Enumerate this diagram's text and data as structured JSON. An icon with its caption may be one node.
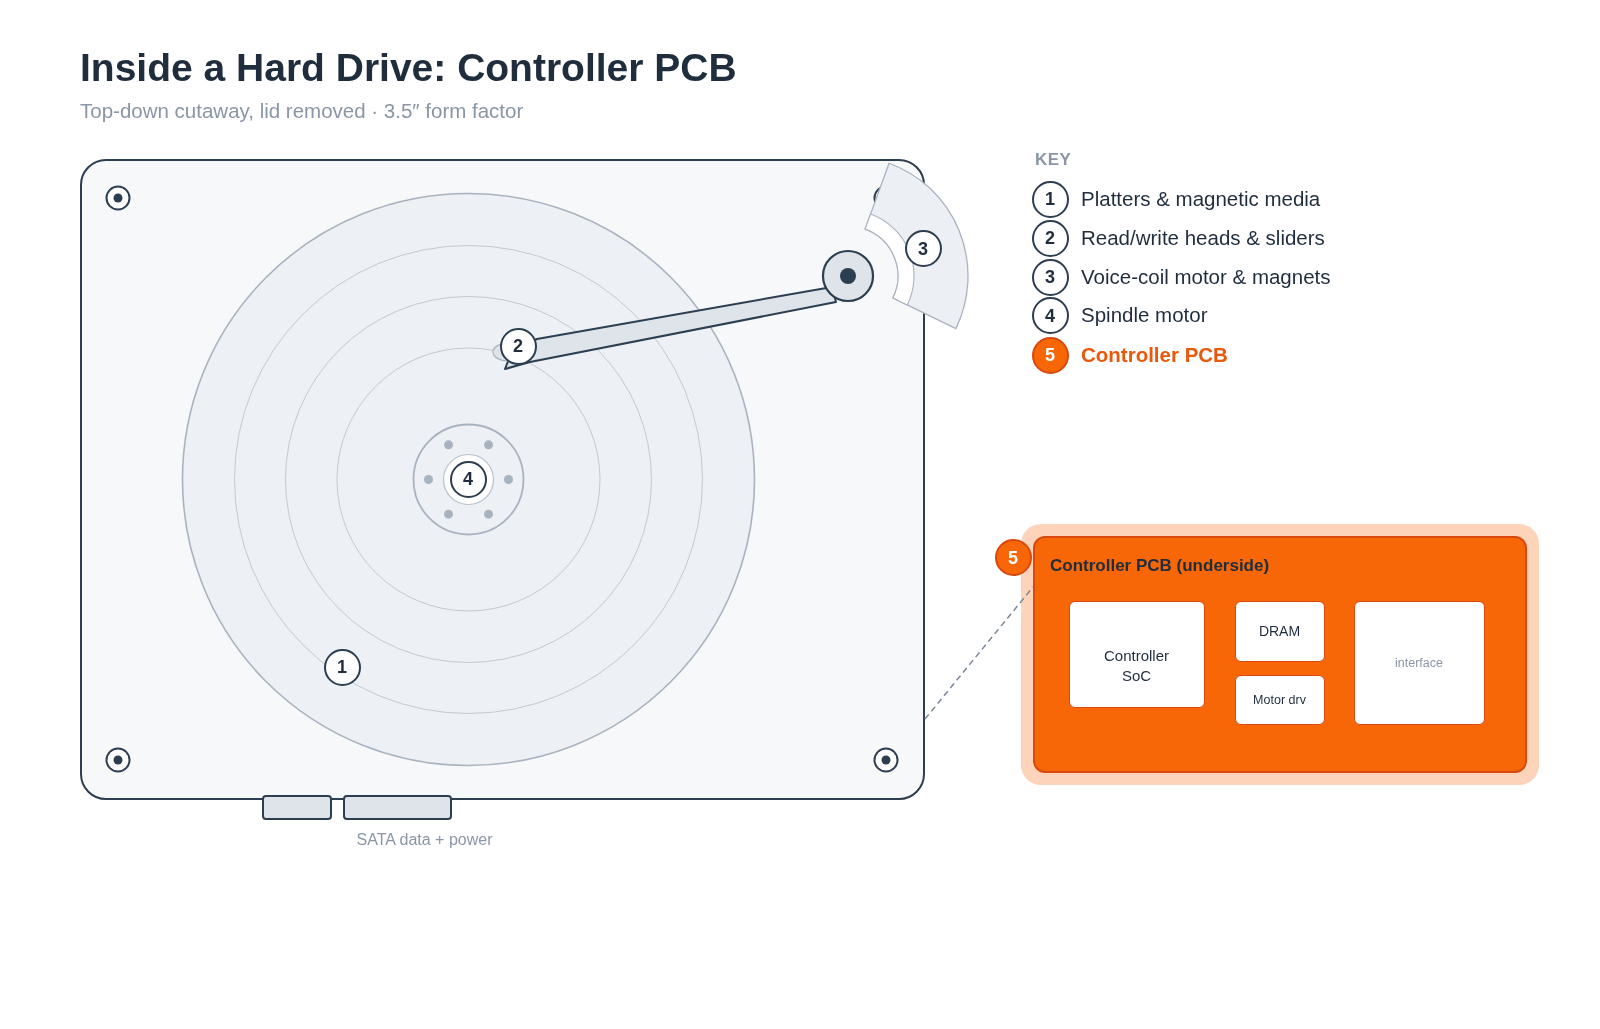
{
  "diagram": {
    "title": "Inside a Hard Drive: Controller PCB",
    "nodes": [
      {
        "text": [],
        "shape": "picture"
      },
      {
        "text": [
          "1"
        ],
        "in": 0
      },
      {
        "text": [
          "2"
        ],
        "in": 0
      },
      {
        "text": [
          "3"
        ]
      },
      {
        "text": [
          "4"
        ],
        "in": 0
      },
      {
        "text": [
          "1"
        ],
        "beside": [
          "Platters & magnetic media"
        ]
      },
      {
        "text": [
          "2"
        ],
        "beside": [
          "Read/write heads & sliders"
        ]
      },
      {
        "text": [
          "3"
        ],
        "beside": [
          "Voice-coil motor & magnets"
        ]
      },
      {
        "text": [
          "4"
        ],
        "beside": [
          "Spindle motor"
        ]
      },
      {
        "text": [
          "5"
        ],
        "beside": [
          "Controller PCB"
        ]
      },
      {
        "text": [
          "5"
        ]
      },
      {
        "text": [
          "Controller PCB (underside)"
        ]
      },
      {
        "text": [
          "Controller SoC"
        ],
        "in": 11
      },
      {
        "text": [
          "DRAM"
        ],
        "in": 11
      },
      {
        "text": [
          "Motor drv"
        ],
        "in": 11
      },
      {
        "text": [
          "interface"
        ],
        "in": 11
      }
    ],
    "edges": [
      {
        "from": 0,
        "to": 11,
        "arrow": "none",
        "style": "dashed"
      }
    ],
    "labels": [
      "Top-down cutaway, lid removed · 3.5″ form factor",
      "KEY",
      "SATA data + power"
    ]
  }
}
